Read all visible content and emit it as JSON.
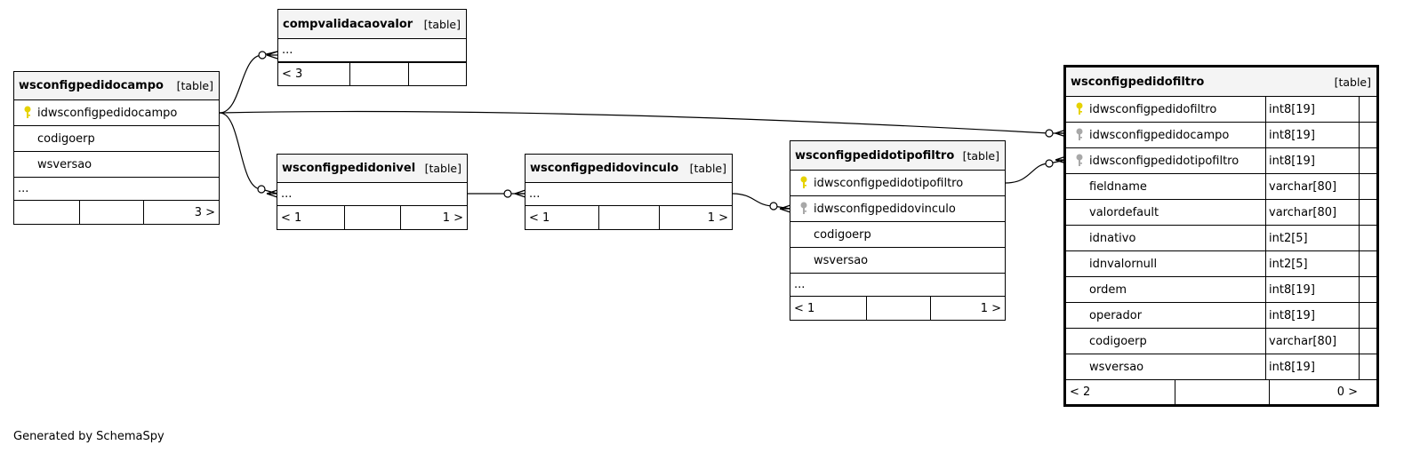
{
  "kind_label": "[table]",
  "ellipsis": "...",
  "tables": {
    "compvalidacaovalor": {
      "name": "compvalidacaovalor",
      "footer": [
        "< 3",
        "",
        ""
      ]
    },
    "wsconfigpedidocampo": {
      "name": "wsconfigpedidocampo",
      "columns": [
        "idwsconfigpedidocampo",
        "codigoerp",
        "wsversao"
      ],
      "footer": [
        "",
        "",
        "3 >"
      ]
    },
    "wsconfigpedidonivel": {
      "name": "wsconfigpedidonivel",
      "footer": [
        "< 1",
        "",
        "1 >"
      ]
    },
    "wsconfigpedidovinculo": {
      "name": "wsconfigpedidovinculo",
      "footer": [
        "< 1",
        "",
        "1 >"
      ]
    },
    "wsconfigpedidotipofiltro": {
      "name": "wsconfigpedidotipofiltro",
      "columns": [
        "idwsconfigpedidotipofiltro",
        "idwsconfigpedidovinculo",
        "codigoerp",
        "wsversao"
      ],
      "footer": [
        "< 1",
        "",
        "1 >"
      ]
    },
    "wsconfigpedidofiltro": {
      "name": "wsconfigpedidofiltro",
      "columns": [
        {
          "name": "idwsconfigpedidofiltro",
          "type": "int8[19]",
          "key": "primary"
        },
        {
          "name": "idwsconfigpedidocampo",
          "type": "int8[19]",
          "key": "foreign"
        },
        {
          "name": "idwsconfigpedidotipofiltro",
          "type": "int8[19]",
          "key": "foreign"
        },
        {
          "name": "fieldname",
          "type": "varchar[80]",
          "key": "none"
        },
        {
          "name": "valordefault",
          "type": "varchar[80]",
          "key": "none"
        },
        {
          "name": "idnativo",
          "type": "int2[5]",
          "key": "none"
        },
        {
          "name": "idnvalornull",
          "type": "int2[5]",
          "key": "none"
        },
        {
          "name": "ordem",
          "type": "int8[19]",
          "key": "none"
        },
        {
          "name": "operador",
          "type": "int8[19]",
          "key": "none"
        },
        {
          "name": "codigoerp",
          "type": "varchar[80]",
          "key": "none"
        },
        {
          "name": "wsversao",
          "type": "int8[19]",
          "key": "none"
        }
      ],
      "footer": [
        "< 2",
        "",
        "0 >"
      ]
    }
  },
  "colors": {
    "primary_key": "#e6d200",
    "foreign_key": "#a8a8a8",
    "header_bg": "#f4f4f4",
    "line": "#000000"
  },
  "credit": "Generated by SchemaSpy"
}
